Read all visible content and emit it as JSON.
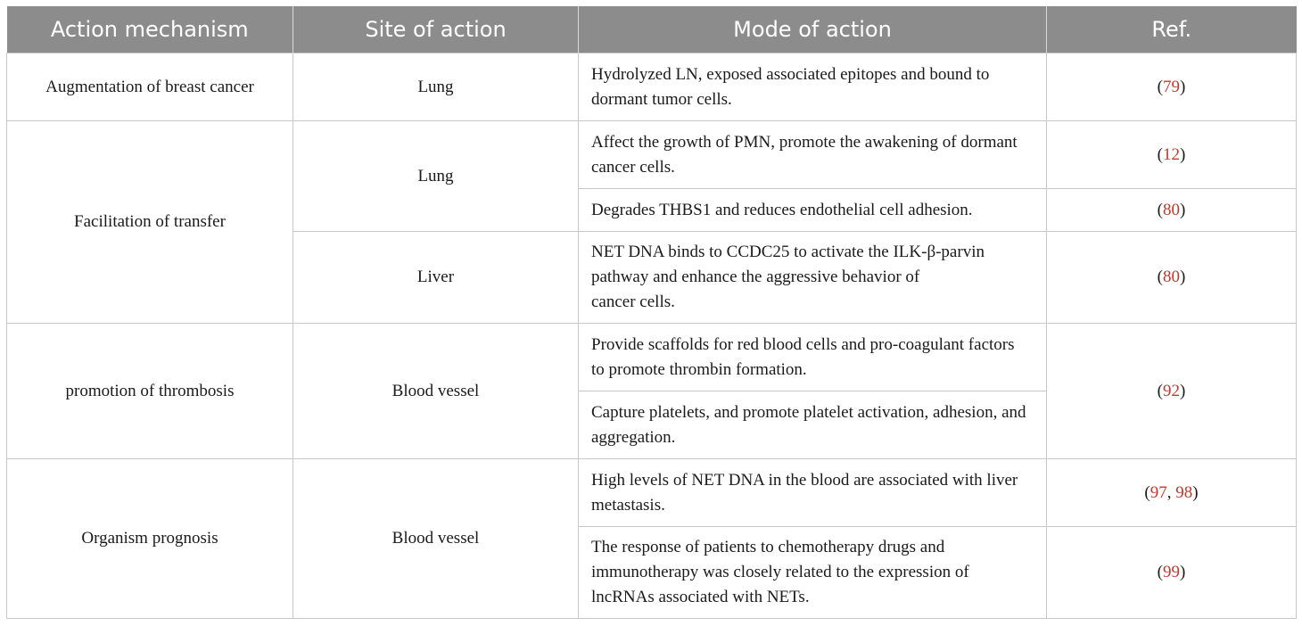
{
  "headers": {
    "mechanism": "Action mechanism",
    "site": "Site of action",
    "mode": "Mode of action",
    "ref": "Ref."
  },
  "rows": {
    "r1": {
      "mechanism": "Augmentation of breast cancer",
      "site": "Lung",
      "mode": "Hydrolyzed LN, exposed associated epitopes and bound to dormant tumor cells.",
      "ref_open": "(",
      "ref_a": "79",
      "ref_close": ")"
    },
    "r2": {
      "mechanism": "Facilitation of transfer",
      "site": "Lung",
      "mode": "Affect the growth of PMN, promote the awakening of dormant cancer cells.",
      "ref_open": "(",
      "ref_a": "12",
      "ref_close": ")"
    },
    "r3": {
      "mode": "Degrades THBS1 and reduces endothelial cell adhesion.",
      "ref_open": "(",
      "ref_a": "80",
      "ref_close": ")"
    },
    "r4": {
      "site": "Liver",
      "mode_line1": "NET DNA binds to CCDC25 to activate the ILK-β-parvin",
      "mode_line2": "pathway and enhance the aggressive behavior of",
      "mode_line3": "cancer cells.",
      "ref_open": "(",
      "ref_a": "80",
      "ref_close": ")"
    },
    "r5": {
      "mechanism": "promotion of thrombosis",
      "site": "Blood vessel",
      "mode": "Provide scaffolds for red blood cells and pro-coagulant factors to promote thrombin formation.",
      "ref_open": "(",
      "ref_a": "92",
      "ref_close": ")"
    },
    "r6": {
      "mode": "Capture platelets, and promote platelet activation, adhesion, and aggregation."
    },
    "r7": {
      "mechanism": "Organism prognosis",
      "site": "Blood vessel",
      "mode": "High levels of NET DNA in the blood are associated with liver metastasis.",
      "ref_open": "(",
      "ref_a": "97",
      "ref_sep": ", ",
      "ref_b": "98",
      "ref_close": ")"
    },
    "r8": {
      "mode": "The response of patients to chemotherapy drugs and immunotherapy was closely related to the expression of lncRNAs associated with NETs.",
      "ref_open": "(",
      "ref_a": "99",
      "ref_close": ")"
    }
  }
}
